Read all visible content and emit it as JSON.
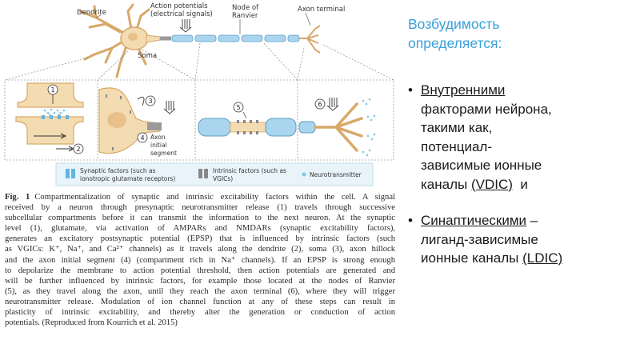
{
  "figure": {
    "labels": {
      "dendrite": "Dendrite",
      "ap_line1": "Action potentials",
      "ap_line2": "(electrical signals)",
      "soma": "Soma",
      "ranvier_line1": "Node of",
      "ranvier_line2": "Ranvier",
      "axon_terminal": "Axon terminal",
      "ais_line1": "Axon",
      "ais_line2": "initial",
      "ais_line3": "segment",
      "step1": "1",
      "step2": "2",
      "step3": "3",
      "step4": "4",
      "step5": "5",
      "step6": "6"
    },
    "legend": {
      "synaptic_line1": "Synaptic factors (such as",
      "synaptic_line2": "ionotropic glutamate receptors)",
      "intrinsic_line1": "Intrinsic factors (such as",
      "intrinsic_line2": "VGICs)",
      "neurotransmitter": "Neurotransmitter"
    },
    "caption": {
      "fig_label": "Fig. 1",
      "lines": [
        "Compartmentalization of synaptic and intrinsic excitability factors within the cell. A signal",
        "received by a neuron through presynaptic neurotransmitter release (1) travels through successive",
        "subcellular compartments before it can transmit the information to the next neuron. At the synaptic",
        "level (1), glutamate, via activation of AMPARs and NMDARs (synaptic excitability factors),",
        "generates an excitatory postsynaptic potential (EPSP) that is influenced by intrinsic factors (such",
        "as VGICs: K⁺, Na⁺, and Ca²⁺ channels) as it travels along the dendrite (2), soma (3), axon hillock",
        "and the axon initial segment (4) (compartment rich in Na⁺ channels). If an EPSP is strong enough",
        "to depolarize the membrane to action potential threshold, then action potentials are generated and",
        "will be further influenced by intrinsic factors, for example those located at the nodes of Ranvier",
        "(5), as they travel along the axon, until they reach the axon terminal (6), where they will trigger",
        "neurotransmitter release. Modulation of ion channel function at any of these steps can result in",
        "plasticity of intrinsic excitability, and thereby alter the generation or conduction of action",
        "potentials. (Reproduced from Kourrich et al. 2015)"
      ]
    }
  },
  "slide": {
    "heading_line1": "Возбудимость",
    "heading_line2": "определяется:",
    "point1": {
      "bullet": "•",
      "l1": "Внутренними",
      "l2": "факторами нейрона,",
      "l3": "такими как,",
      "l4": "потенциал-",
      "l5": "зависимые ионные",
      "l6a": "каналы ",
      "l6b": "(VDIC)",
      "l6c": "  и"
    },
    "point2": {
      "bullet": "•",
      "l1a": "Синаптическими",
      "l1b": " –",
      "l2": "лиганд-зависимые",
      "l3a": "ионные каналы ",
      "l3b": "(LDIC)"
    }
  },
  "colors": {
    "heading": "#3aa0da",
    "neuron_fill": "#f3dcb2",
    "neuron_stroke": "#d8a868",
    "axon_fill": "#a9d6ee",
    "axon_stroke": "#5d9cc4",
    "ais_fill": "#9a9a9a",
    "neurotransmitter": "#7ec8e8",
    "receptor": "#5fb6e0"
  }
}
